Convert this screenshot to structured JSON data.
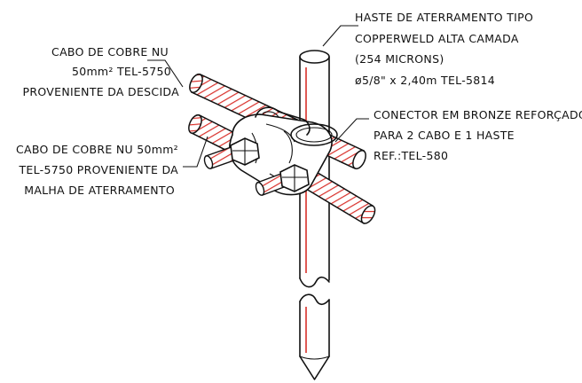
{
  "labels": {
    "rod": [
      "HASTE DE ATERRAMENTO TIPO",
      "COPPERWELD ALTA CAMADA",
      "(254 MICRONS)",
      "ø5/8\" x 2,40m TEL-5814"
    ],
    "cable_top": [
      "CABO DE COBRE NU",
      "50mm² TEL-5750",
      "PROVENIENTE DA DESCIDA"
    ],
    "cable_bottom": [
      "CABO DE COBRE NU 50mm²",
      "TEL-5750 PROVENIENTE DA",
      "MALHA DE ATERRAMENTO"
    ],
    "connector": [
      "CONECTOR EM BRONZE REFORÇADO",
      "PARA 2 CABO E 1 HASTE",
      "REF.:TEL-580"
    ]
  },
  "colors": {
    "copper_stripe": "#d9302a",
    "line": "#111111",
    "background": "#ffffff"
  }
}
